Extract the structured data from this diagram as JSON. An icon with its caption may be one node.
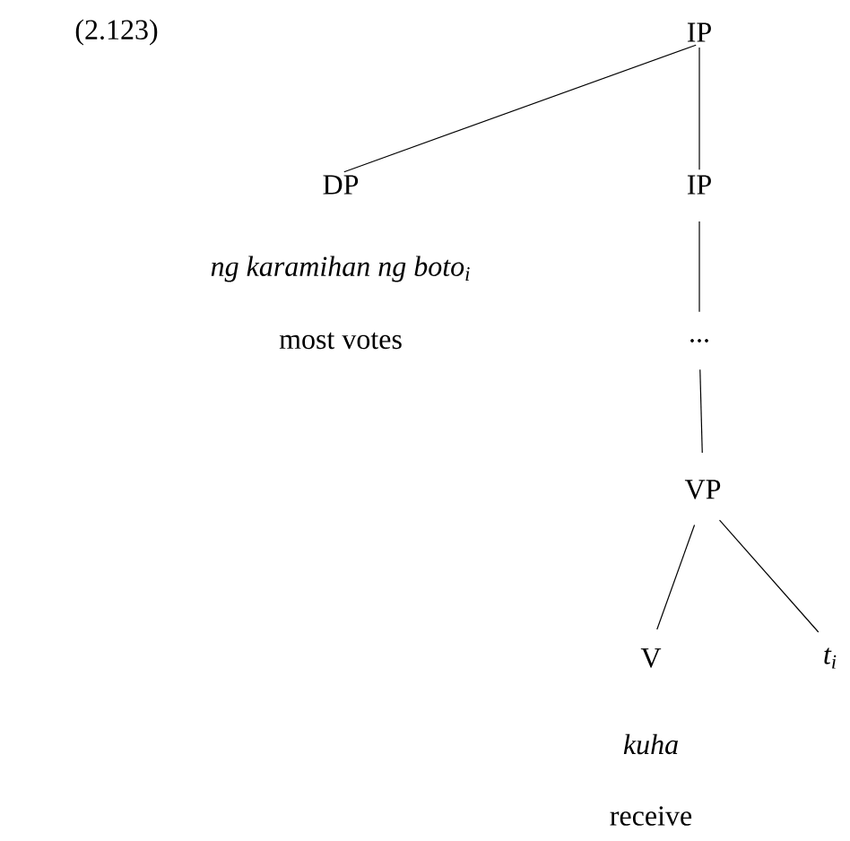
{
  "diagram": {
    "nodes": [
      {
        "text": [
          "IP"
        ]
      },
      {
        "text": [
          "DP"
        ],
        "beside": [
          "ng karamihan ng boto$_{i}$",
          "most votes"
        ]
      },
      {
        "text": [
          "IP"
        ]
      },
      {
        "text": [
          "..."
        ]
      },
      {
        "text": [
          "VP"
        ]
      },
      {
        "text": [
          "V"
        ],
        "beside": [
          "kuha",
          "receive"
        ]
      },
      {
        "text": [
          "t$_{i}$"
        ]
      }
    ],
    "edges": [
      {
        "from": 0,
        "to": 1,
        "arrow": "none"
      },
      {
        "from": 0,
        "to": 2,
        "arrow": "none"
      },
      {
        "from": 2,
        "to": 3,
        "arrow": "none"
      },
      {
        "from": 3,
        "to": 4,
        "arrow": "none"
      },
      {
        "from": 4,
        "to": 5,
        "arrow": "none"
      },
      {
        "from": 4,
        "to": 6,
        "arrow": "none"
      }
    ],
    "labels": [
      "(2.123)"
    ]
  }
}
